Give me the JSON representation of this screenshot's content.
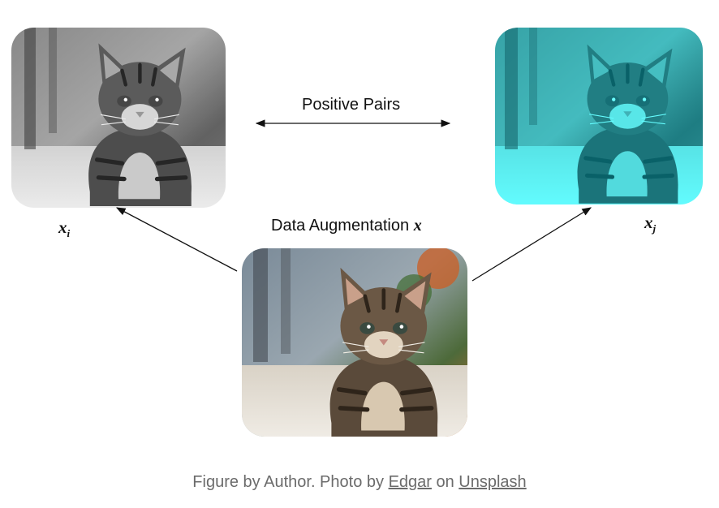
{
  "diagram": {
    "top_label": "Positive Pairs",
    "center_label": "Data Augmentation",
    "center_var": "x",
    "left_var": "x",
    "left_sub": "i",
    "right_var": "x",
    "right_sub": "j"
  },
  "images": {
    "left": "grayscale kitten photo",
    "right": "cyan-tinted kitten photo",
    "center": "original color kitten photo"
  },
  "caption": {
    "prefix": "Figure by Author. Photo by ",
    "link1": "Edgar",
    "middle": " on ",
    "link2": "Unsplash"
  }
}
